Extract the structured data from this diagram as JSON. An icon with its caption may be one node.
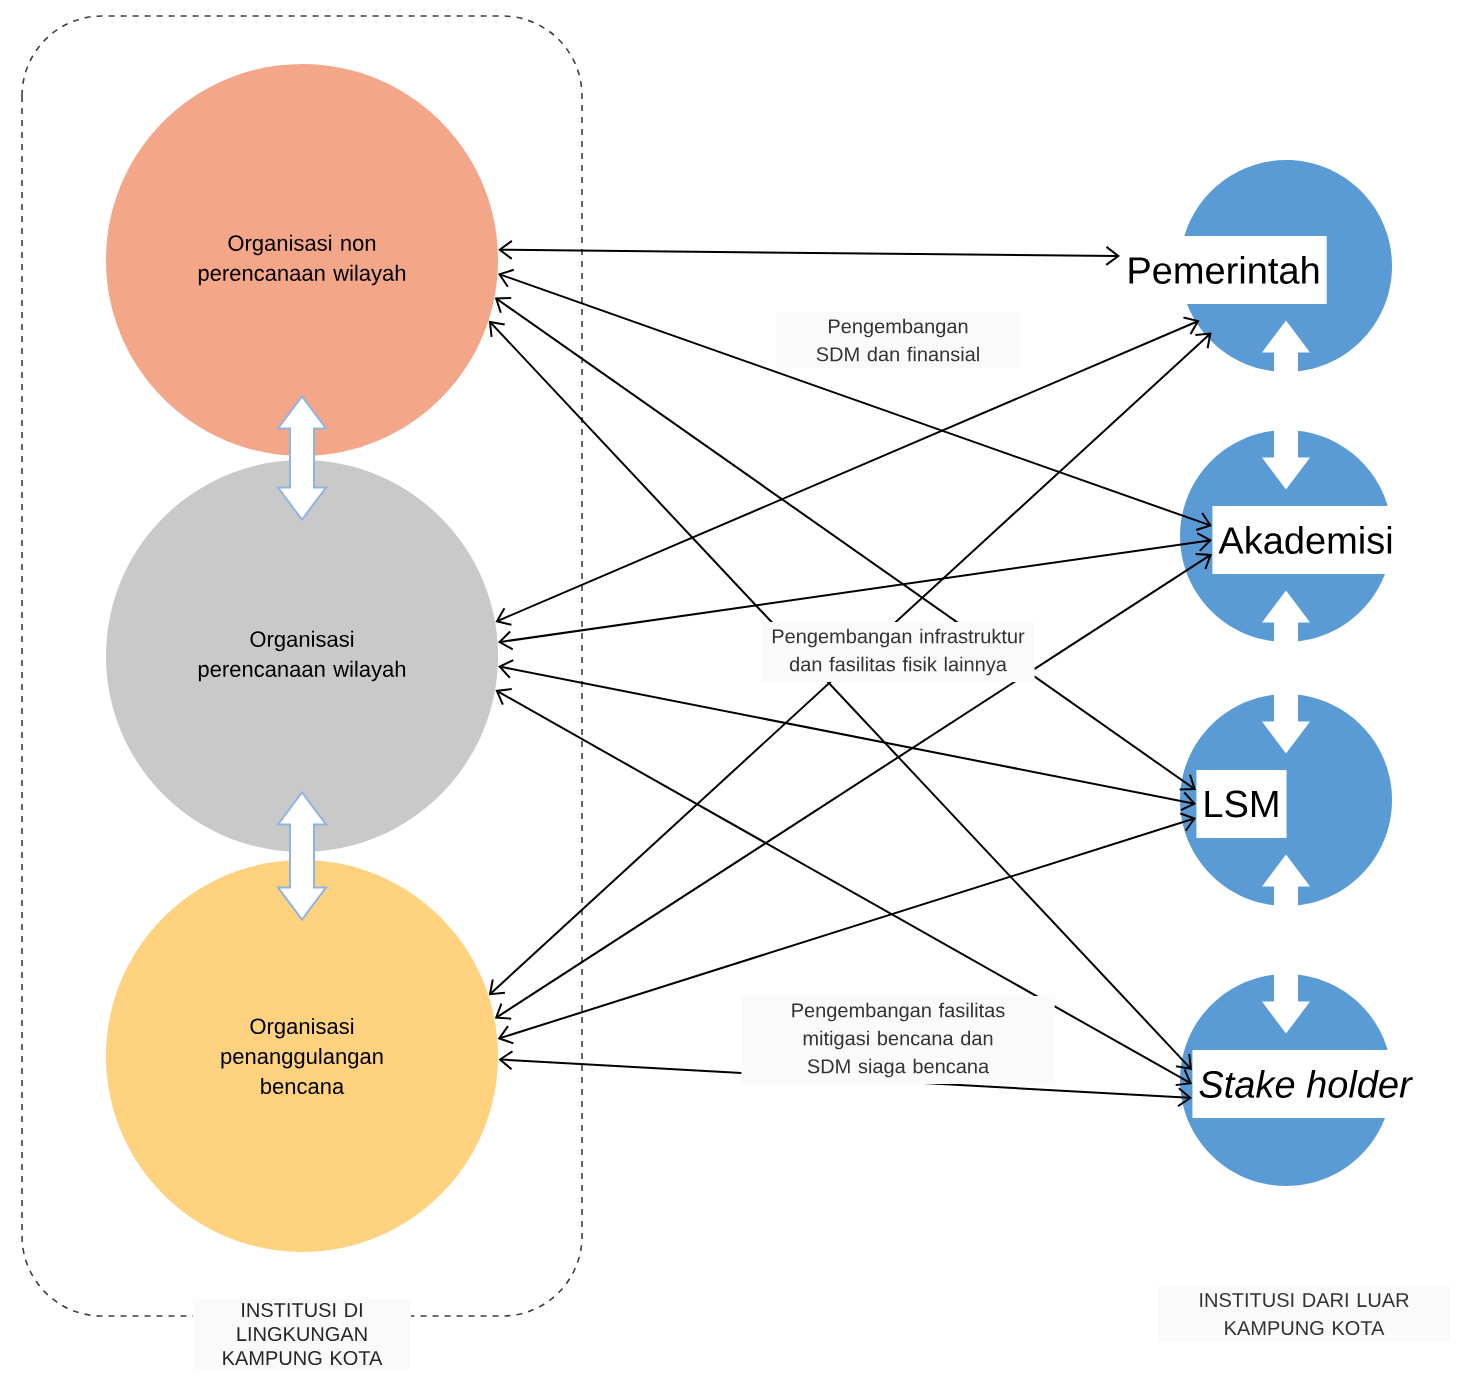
{
  "diagram": {
    "nodes": [
      {
        "text": [
          "INSTITUSI DI LINGKUNGAN KAMPUNG KOTA"
        ]
      },
      {
        "text": [
          "Organisasi non perencanaan wilayah"
        ],
        "in": 0
      },
      {
        "text": [
          "Organisasi perencanaan wilayah"
        ],
        "in": 0
      },
      {
        "text": [
          "Organisasi penanggulangan bencana"
        ],
        "in": 0
      },
      {
        "text": [
          "Pemerintah"
        ]
      },
      {
        "text": [
          "Akademisi"
        ]
      },
      {
        "text": [
          "LSM"
        ]
      },
      {
        "text": [
          "Stake holder"
        ]
      }
    ],
    "edges": [
      {
        "from": 1,
        "to": 4,
        "arrow": "both"
      },
      {
        "from": 1,
        "to": 5,
        "arrow": "both"
      },
      {
        "from": 1,
        "to": 6,
        "arrow": "both"
      },
      {
        "from": 1,
        "to": 7,
        "arrow": "both"
      },
      {
        "from": 2,
        "to": 4,
        "arrow": "both"
      },
      {
        "from": 2,
        "to": 5,
        "arrow": "both"
      },
      {
        "from": 2,
        "to": 6,
        "arrow": "both"
      },
      {
        "from": 2,
        "to": 7,
        "arrow": "both"
      },
      {
        "from": 3,
        "to": 4,
        "arrow": "both"
      },
      {
        "from": 3,
        "to": 5,
        "arrow": "both"
      },
      {
        "from": 3,
        "to": 6,
        "arrow": "both"
      },
      {
        "from": 3,
        "to": 7,
        "arrow": "both"
      },
      {
        "from": 1,
        "to": 2,
        "arrow": "both",
        "style": "thick",
        "color": "#ffffff"
      },
      {
        "from": 2,
        "to": 3,
        "arrow": "both",
        "style": "thick",
        "color": "#ffffff"
      },
      {
        "from": 4,
        "to": 5,
        "arrow": "both",
        "style": "thick",
        "color": "#ffffff"
      },
      {
        "from": 5,
        "to": 6,
        "arrow": "both",
        "style": "thick",
        "color": "#ffffff"
      },
      {
        "from": 6,
        "to": 7,
        "arrow": "both",
        "style": "thick",
        "color": "#ffffff"
      }
    ],
    "labels": [
      "Pengembangan SDM dan finansial",
      "Pengembangan infrastruktur dan fasilitas fisik lainnya",
      "Pengembangan fasilitas mitigasi bencana dan SDM siaga bencana",
      "INSTITUSI DARI LUAR KAMPUNG KOTA"
    ]
  }
}
